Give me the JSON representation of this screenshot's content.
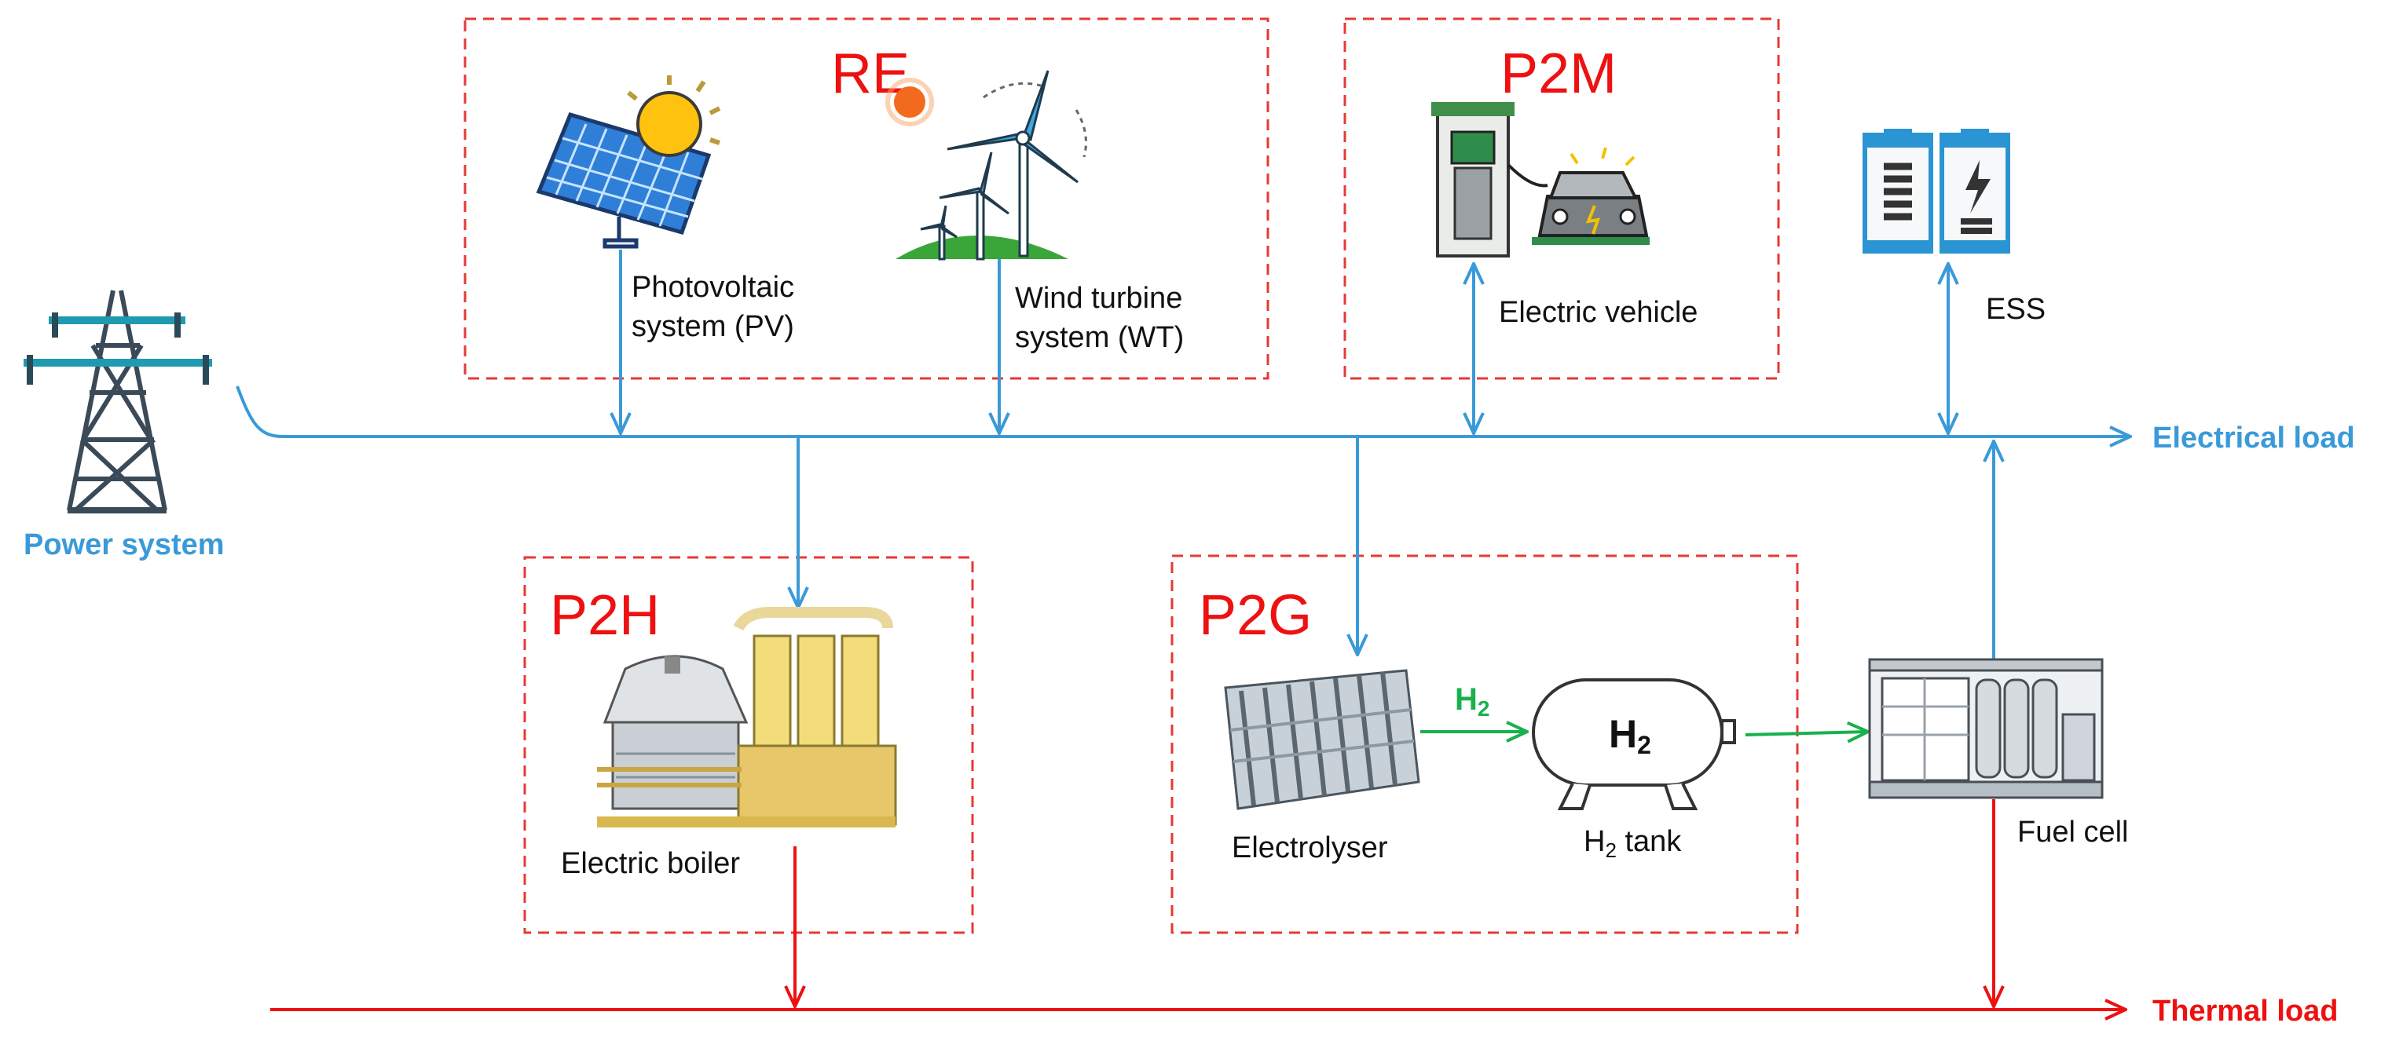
{
  "colors": {
    "electrical": "#3a9ad9",
    "thermal": "#ee1111",
    "hydrogen": "#18b14c",
    "group_border": "#e53935",
    "group_title": "#ee1111"
  },
  "groups": {
    "re": "RE",
    "p2m": "P2M",
    "p2h": "P2H",
    "p2g": "P2G"
  },
  "labels": {
    "pv_line1": "Photovoltaic",
    "pv_line2": "system (PV)",
    "wt_line1": "Wind turbine",
    "wt_line2": "system (WT)",
    "ev": "Electric vehicle",
    "ess": "ESS",
    "power_system": "Power system",
    "electrical_load": "Electrical load",
    "thermal_load": "Thermal load",
    "electric_boiler": "Electric boiler",
    "electrolyser": "Electrolyser",
    "h2_tank_h": "H",
    "h2_tank_sub": "2",
    "h2_tank_rest": " tank",
    "fuel_cell": "Fuel cell",
    "h2_flow_main": "H",
    "h2_flow_sub": "2",
    "tank_mark_main": "H",
    "tank_mark_sub": "2"
  },
  "icons": {
    "pv": "solar-panel-icon",
    "sun": "sun-icon",
    "wind": "wind-turbine-icon",
    "ev": "ev-charger-icon",
    "ess": "battery-icon",
    "tower": "transmission-tower-icon",
    "boiler": "electric-boiler-icon",
    "electrolyser": "electrolyser-icon",
    "tank": "hydrogen-tank-icon",
    "fuelcell": "fuel-cell-icon"
  }
}
